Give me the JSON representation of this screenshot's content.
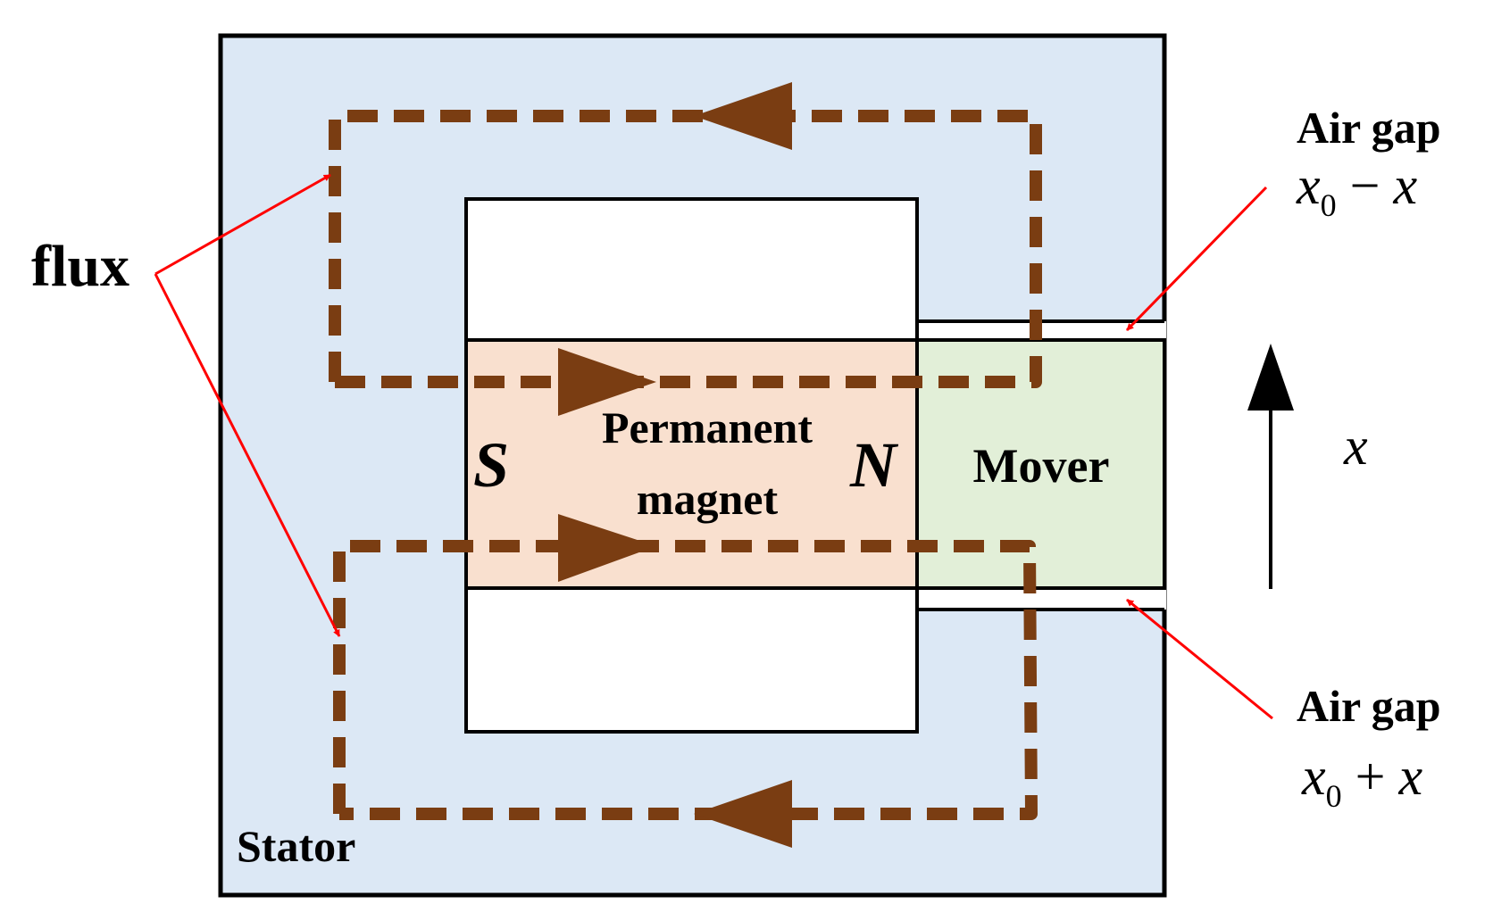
{
  "labels": {
    "flux": "flux",
    "stator": "Stator",
    "magnet_line1": "Permanent",
    "magnet_line2": "magnet",
    "pole_s": "S",
    "pole_n": "N",
    "mover": "Mover",
    "axis_var": "x",
    "gap_top_title": "Air gap",
    "gap_top_x": "x",
    "gap_top_sub": "0",
    "gap_top_op": " − ",
    "gap_top_var": "x",
    "gap_bottom_title": "Air gap",
    "gap_bottom_x": "x",
    "gap_bottom_sub": "0",
    "gap_bottom_op": " + ",
    "gap_bottom_var": "x"
  },
  "colors": {
    "stator": "#dce8f5",
    "magnet": "#f9e0cf",
    "mover": "#e2efd8",
    "flux_path": "#7a3d12",
    "pointer": "#ff0000",
    "outline": "#000000"
  }
}
